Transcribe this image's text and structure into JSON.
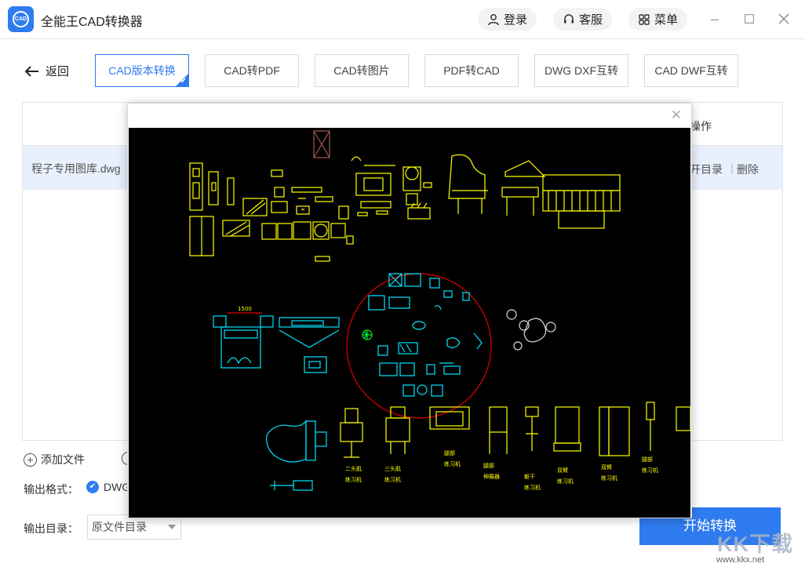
{
  "app": {
    "title": "全能王CAD转换器",
    "logo_text": "CAD"
  },
  "header": {
    "login": "登录",
    "service": "客服",
    "menu": "菜单"
  },
  "nav": {
    "back": "返回",
    "tabs": [
      {
        "label": "CAD版本转换",
        "active": true
      },
      {
        "label": "CAD转PDF"
      },
      {
        "label": "CAD转图片"
      },
      {
        "label": "PDF转CAD"
      },
      {
        "label": "DWG DXF互转"
      },
      {
        "label": "CAD DWF互转"
      }
    ]
  },
  "table": {
    "op_header": "操作",
    "rows": [
      {
        "filename": "程子专用图库.dwg",
        "open": "开目录",
        "delete": "删除"
      }
    ]
  },
  "controls": {
    "add_file": "添加文件",
    "output_format_label": "输出格式：",
    "output_format_value": "DWG",
    "output_dir_label": "输出目录：",
    "output_dir_value": "原文件目录",
    "start": "开始转换"
  },
  "preview": {
    "dimension_label": "1500",
    "cad_labels": [
      "二头肌",
      "练习机",
      "三头肌",
      "练习机",
      "腿部",
      "练习机",
      "腿部",
      "伸展器",
      "躯干",
      "练习机",
      "双臂",
      "练习机",
      "双臂",
      "练习机",
      "腿部",
      "练习机"
    ]
  },
  "watermark": {
    "brand": "KK下载",
    "url": "www.kkx.net"
  },
  "colors": {
    "accent": "#2f7bf0",
    "cad_yellow": "#ffff00",
    "cad_cyan": "#00e5ff",
    "cad_red": "#e00000"
  }
}
